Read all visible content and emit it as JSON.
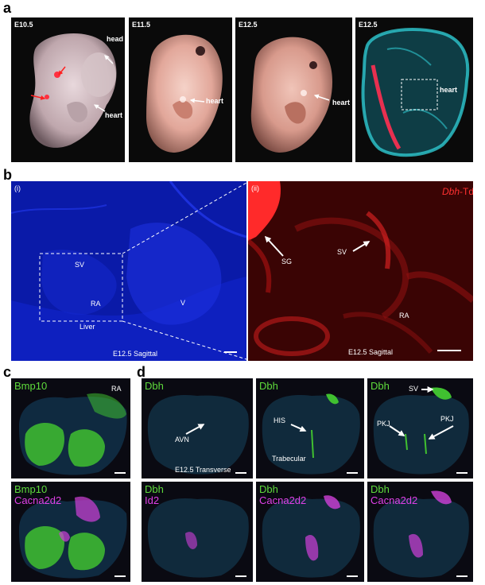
{
  "labels": {
    "a": "a",
    "b": "b",
    "c": "c",
    "d": "d"
  },
  "panel_a": {
    "p1": {
      "stage": "E10.5",
      "head": "head",
      "heart": "heart"
    },
    "p2": {
      "stage": "E11.5",
      "heart": "heart"
    },
    "p3": {
      "stage": "E12.5",
      "heart": "heart"
    },
    "p4": {
      "stage": "E12.5",
      "heart": "heart"
    }
  },
  "panel_b": {
    "i": {
      "tag": "(i)",
      "sv": "SV",
      "ra": "RA",
      "v": "V",
      "liver": "Liver",
      "caption": "E12.5 Sagittal"
    },
    "ii": {
      "tag": "(ii)",
      "marker_italic": "Dbh",
      "marker_suffix": "-Td",
      "sg": "SG",
      "sv": "SV",
      "ra": "RA",
      "caption": "E12.5 Sagittal"
    }
  },
  "panel_c": {
    "top": {
      "gene": "Bmp10",
      "ra": "RA"
    },
    "bottom": {
      "gene1": "Bmp10",
      "gene2": "Cacna2d2"
    }
  },
  "panel_d": {
    "top1": {
      "gene": "Dbh",
      "avn": "AVN",
      "caption": "E12.5 Transverse"
    },
    "top2": {
      "gene": "Dbh",
      "his": "HIS",
      "trabecular": "Trabecular"
    },
    "top3": {
      "gene": "Dbh",
      "sv": "SV",
      "pkj_left": "PKJ",
      "pkj_right": "PKJ"
    },
    "bot1": {
      "gene1": "Dbh",
      "gene2": "Id2"
    },
    "bot2": {
      "gene1": "Dbh",
      "gene2": "Cacna2d2"
    },
    "bot3": {
      "gene1": "Dbh",
      "gene2": "Cacna2d2"
    }
  },
  "colors": {
    "green": "#5fdc3c",
    "magenta": "#e040e8",
    "red": "#ff3030",
    "dapi": "#1a2bd8",
    "cyan": "#2ec8d0"
  }
}
